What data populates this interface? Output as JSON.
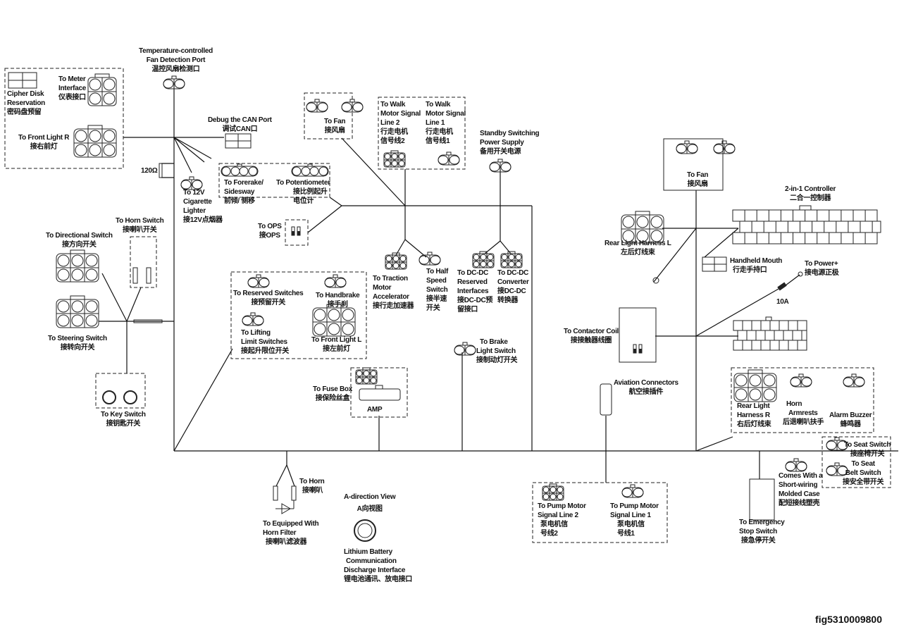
{
  "diagram": {
    "title": "Wiring harness connection diagram",
    "figure_id": "fig5310009800",
    "components": {
      "cipher_disk": {
        "en1": "Cipher Disk",
        "en2": "Reservation",
        "zh": "密码盘预留"
      },
      "meter_interface": {
        "en1": "To Meter",
        "en2": "Interface",
        "zh": "仪表接口"
      },
      "front_light_r": {
        "en1": "To Front Light R",
        "zh": "接右前灯"
      },
      "fan_detection": {
        "en1": "Temperature-controlled",
        "en2": "Fan Detection Port",
        "zh": "温控风扇检测口"
      },
      "debug_can": {
        "en1": "Debug the CAN Port",
        "zh": "调试CAN口"
      },
      "resistor": {
        "value": "120Ω"
      },
      "cigarette_lighter": {
        "en1": "To  12V",
        "en2": "Cigarette",
        "en3": "Lighter",
        "zh": "接12V点烟器"
      },
      "forerake": {
        "en1": "To  Forerake/",
        "en2": "Sidesway",
        "zh": "前倾/ 侧移"
      },
      "potentiometer": {
        "en1": "To Potentiometer",
        "zh1": "接比例起升",
        "zh2": "电位计"
      },
      "ops": {
        "en1": "To OPS",
        "zh": "接OPS"
      },
      "fan_left": {
        "en1": "To Fan",
        "zh": "接风扇"
      },
      "walk_signal_2": {
        "en1": "To Walk",
        "en2": "Motor Signal",
        "en3": "Line 2",
        "zh1": "行走电机",
        "zh2": "信号线2"
      },
      "walk_signal_1": {
        "en1": "To Walk",
        "en2": "Motor Signal",
        "en3": "Line 1",
        "zh1": "行走电机",
        "zh2": "信号线1"
      },
      "standby_power": {
        "en1": "Standby Switching",
        "en2": "Power Supply",
        "zh": "备用开关电源"
      },
      "horn_switch": {
        "en1": "To Horn Switch",
        "zh": "接喇叭开关"
      },
      "directional_switch": {
        "en1": "To Directional Switch",
        "zh": "接方向开关"
      },
      "steering_switch": {
        "en1": "To Steering Switch",
        "zh": "接转向开关"
      },
      "key_switch": {
        "en1": "To Key Switch",
        "zh": "接钥匙开关"
      },
      "reserved_switches": {
        "en1": "To Reserved Switches",
        "zh": "接预留开关"
      },
      "handbrake": {
        "en1": "To Handbrake",
        "zh": "接手刹"
      },
      "lifting_limit": {
        "en1": "To Lifting",
        "en2": "Limit Switches",
        "zh": "接起升限位开关"
      },
      "front_light_l": {
        "en1": "To Front Light L",
        "zh": "接左前灯"
      },
      "traction_accel": {
        "en1": "To Traction",
        "en2": "Motor",
        "en3": "Accelerator",
        "zh": "接行走加速器"
      },
      "half_speed": {
        "en1": "To Half",
        "en2": "Speed",
        "en3": "Switch",
        "zh1": "接半速",
        "zh2": "开关"
      },
      "dcdc_reserved": {
        "en1": "To DC-DC",
        "en2": "Reserved",
        "en3": "Interfaces",
        "zh1": "接DC-DC预",
        "zh2": "留接口"
      },
      "dcdc_converter": {
        "en1": "To DC-DC",
        "en2": "Converter",
        "zh1": "接DC-DC",
        "zh2": "转换器"
      },
      "brake_light": {
        "en1": "To Brake",
        "en2": "Light Switch",
        "zh": "接制动灯开关"
      },
      "fuse_box": {
        "en1": "To Fuse Box",
        "zh": "接保险丝盒",
        "sub": "AMP"
      },
      "fan_right": {
        "en1": "To Fan",
        "zh": "接风扇"
      },
      "controller": {
        "en1": "2-in-1 Controller",
        "zh": "二合一控制器"
      },
      "rear_light_l": {
        "en1": "Rear Light Harness L",
        "zh": "左后灯线束"
      },
      "handheld": {
        "en1": "Handheld Mouth",
        "zh": "行走手持口"
      },
      "power_plus": {
        "en1": "To Power+",
        "zh": "接电源正极"
      },
      "fuse_10a": {
        "value": "10A"
      },
      "contactor_coil": {
        "en1": "To  Contactor Coil",
        "zh": "接接触器线圈"
      },
      "aviation": {
        "en1": "Aviation Connectors",
        "zh": "航空接插件"
      },
      "rear_light_r": {
        "en1": "Rear Light",
        "en2": "Harness R",
        "zh": "右后灯线束"
      },
      "horn_armrests": {
        "en1": "Horn",
        "en2": "Armrests",
        "zh": "后退喇叭扶手"
      },
      "alarm_buzzer": {
        "en1": "Alarm Buzzer",
        "zh": "蜂鸣器"
      },
      "seat_switch": {
        "en1": "To Seat Switch",
        "zh": "接座椅开关"
      },
      "seat_belt": {
        "en1": "To Seat",
        "en2": "Belt Switch",
        "zh": "接安全带开关"
      },
      "short_wiring": {
        "en1": "Comes With a",
        "en2": "Short-wiring",
        "en3": "Molded Case",
        "zh": "配短接线塑壳"
      },
      "emergency_stop": {
        "en1": "To Emergency",
        "en2": "Stop Switch",
        "zh": "接急停开关"
      },
      "pump_signal_2": {
        "en1": "To Pump Motor",
        "en2": "Signal Line 2",
        "zh1": "泵电机信",
        "zh2": "号线2"
      },
      "pump_signal_1": {
        "en1": "To Pump Motor",
        "en2": "Signal Line 1",
        "zh1": "泵电机信",
        "zh2": "号线1"
      },
      "horn": {
        "en1": "To Horn",
        "zh": "接喇叭"
      },
      "horn_filter": {
        "en1": "To Equipped With",
        "en2": "Horn Filter",
        "zh": "接喇叭滤波器"
      },
      "a_view": {
        "en1": "A-direction View",
        "zh": "A向视图"
      },
      "lithium": {
        "en1": "Lithium Battery",
        "en2": "Communication",
        "en3": "Discharge Interface",
        "zh": "锂电池通讯、放电接口"
      }
    }
  }
}
